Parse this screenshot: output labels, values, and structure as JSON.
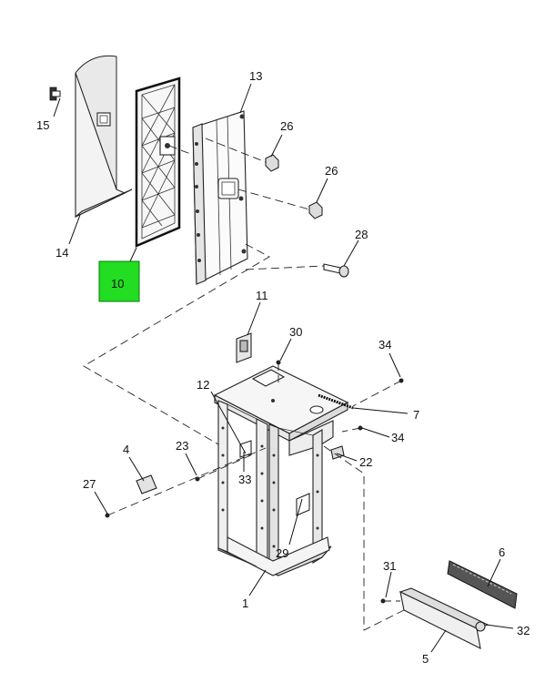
{
  "diagram": {
    "callouts": {
      "c1": "1",
      "c4": "4",
      "c5": "5",
      "c6": "6",
      "c7": "7",
      "c10": "10",
      "c11": "11",
      "c12": "12",
      "c13": "13",
      "c14": "14",
      "c15": "15",
      "c22": "22",
      "c23": "23",
      "c26a": "26",
      "c26b": "26",
      "c27": "27",
      "c28": "28",
      "c29": "29",
      "c30": "30",
      "c31": "31",
      "c32": "32",
      "c33": "33",
      "c34a": "34",
      "c34b": "34"
    },
    "highlighted_callout": "10",
    "highlight_color": "#22dd22"
  }
}
